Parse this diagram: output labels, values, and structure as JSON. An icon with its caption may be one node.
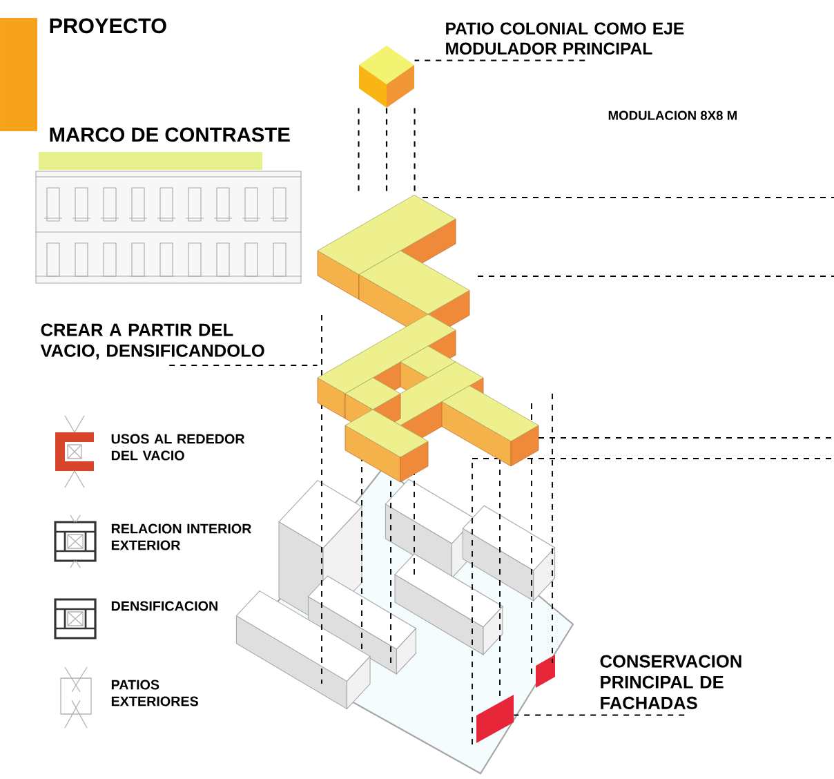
{
  "diagram": {
    "title": "PROYECTO",
    "nodes": [
      {
        "text": [
          "PATIO COLONIAL COMO EJE MODULADOR PRINCIPAL"
        ]
      },
      {
        "text": [],
        "shape": "box"
      },
      {
        "text": [
          "CREAR A PARTIR DEL VACIO, DENSIFICANDOLO"
        ]
      },
      {
        "text": [],
        "shape": "picture"
      },
      {
        "text": [
          "CONSERVACION PRINCIPAL DE FACHADAS"
        ]
      },
      {
        "text": [],
        "shape": "bar"
      }
    ],
    "edges": [
      {
        "from": 0,
        "to": 1,
        "arrow": "none",
        "style": "dashed"
      },
      {
        "from": 2,
        "to": 3,
        "arrow": "none",
        "style": "dashed"
      },
      {
        "from": 4,
        "to": 5,
        "arrow": "none",
        "style": "dashed"
      },
      {
        "from": 1,
        "to": 3,
        "arrow": "none",
        "style": "dashed"
      },
      {
        "from": 1,
        "to": 3,
        "arrow": "none",
        "style": "dashed"
      },
      {
        "from": 1,
        "to": 3,
        "arrow": "none",
        "style": "dashed"
      }
    ],
    "labels": [
      "MARCO DE CONTRASTE",
      "MODULACION 8X8 M"
    ],
    "legend": [
      {
        "text": "USOS AL REDEDOR DEL VACIO"
      },
      {
        "text": "RELACION INTERIOR EXTERIOR"
      },
      {
        "text": "DENSIFICACION"
      },
      {
        "text": "PATIOS EXTERIORES"
      }
    ]
  }
}
